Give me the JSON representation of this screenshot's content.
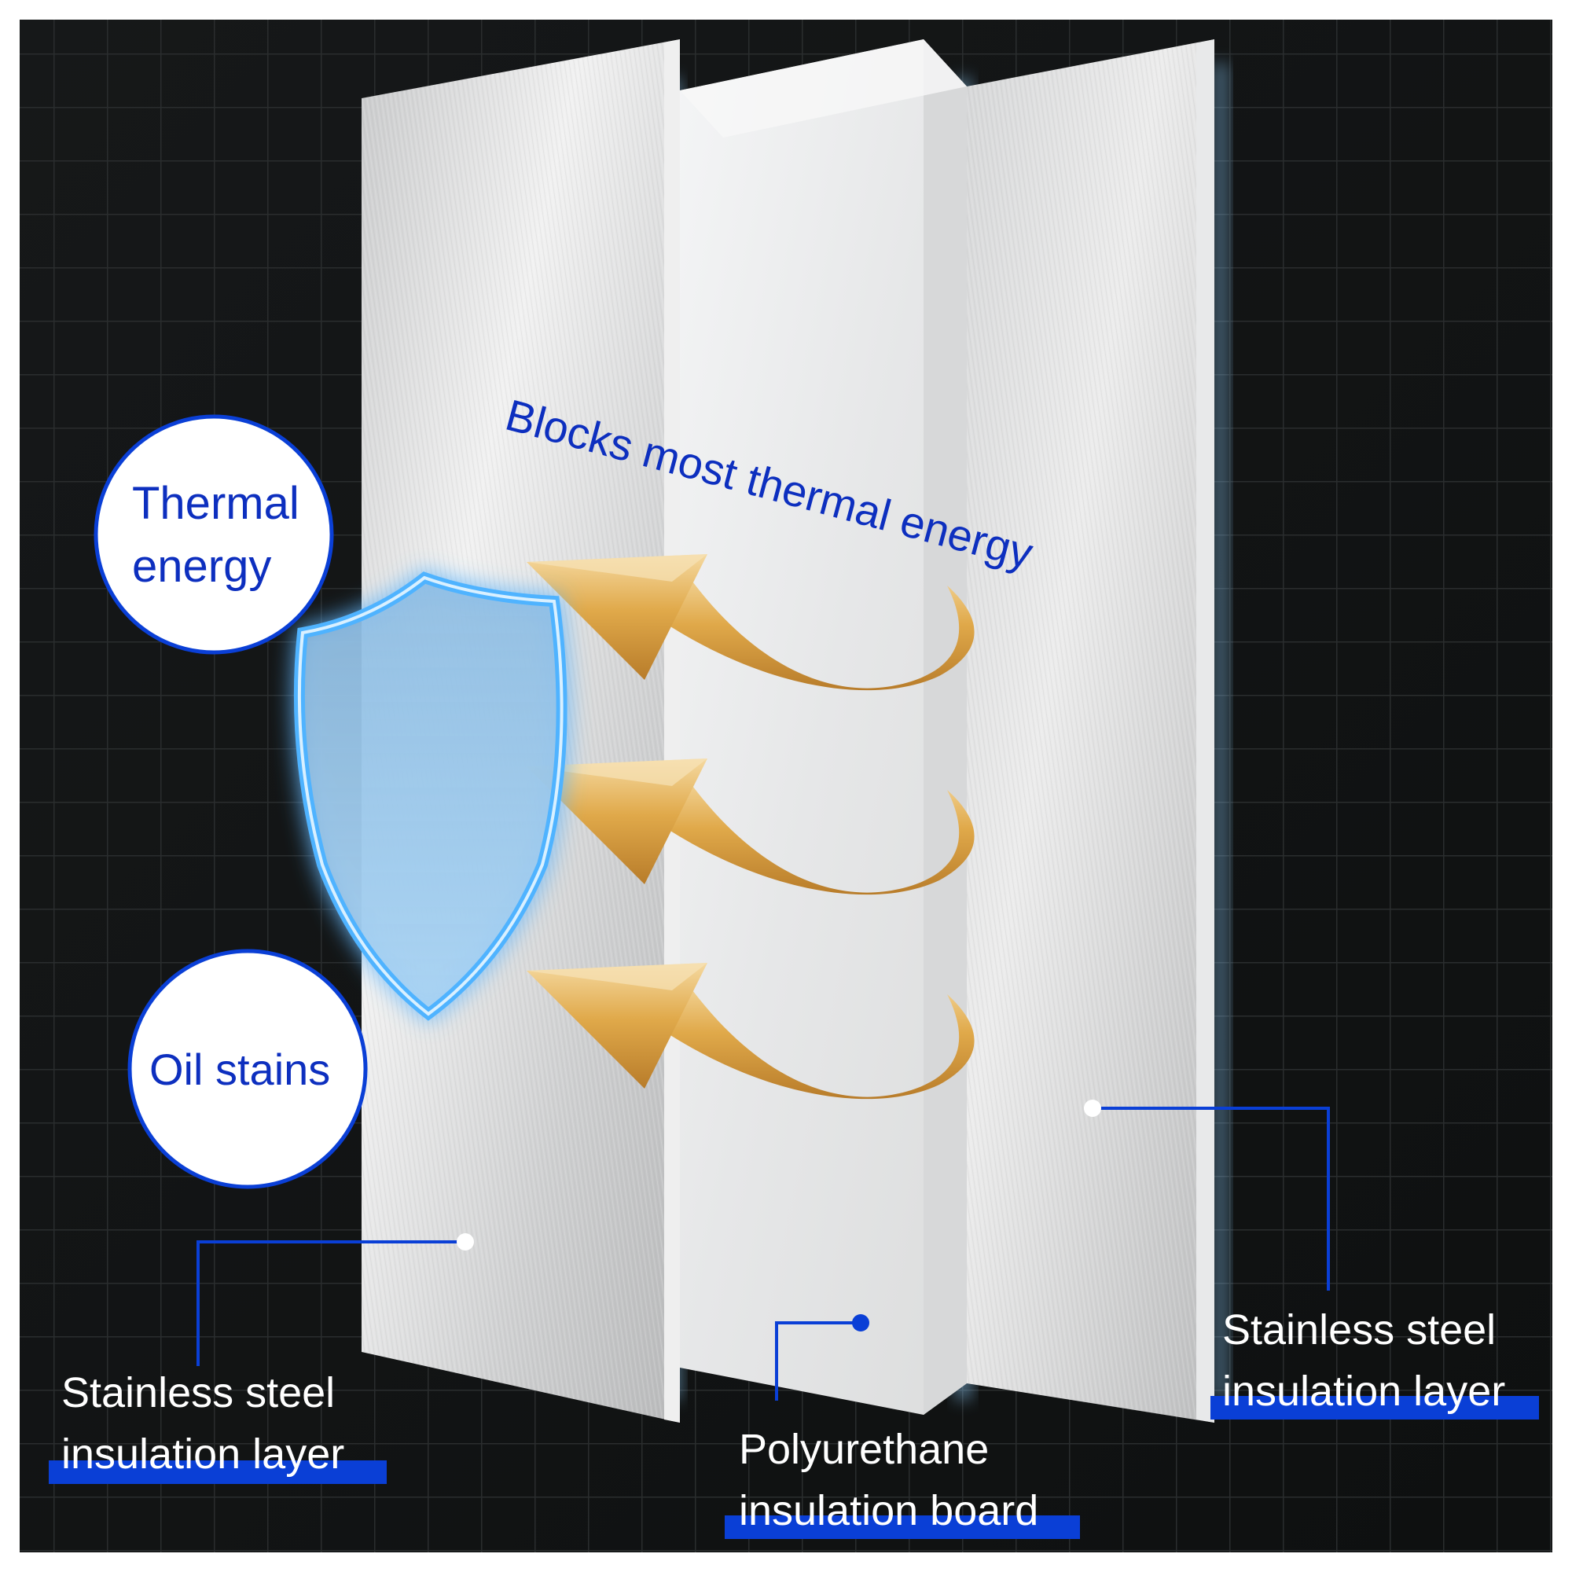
{
  "diagram": {
    "headline": "Blocks most thermal energy",
    "badges": {
      "thermal": [
        "Thermal",
        "energy"
      ],
      "oil": "Oil stains"
    },
    "callouts": {
      "left_steel": [
        "Stainless steel",
        "insulation layer"
      ],
      "center_board": [
        "Polyurethane",
        "insulation board"
      ],
      "right_steel": [
        "Stainless steel",
        "insulation layer"
      ]
    },
    "icons": {
      "shield": "shield-icon",
      "arrows": "curved-arrow-icon"
    }
  },
  "colors": {
    "background": "#141616",
    "accent_blue": "#0a3fd6",
    "text_blue": "#0d2fbf",
    "arrow_gold": "#e0a94a",
    "panel_silver": "#d9dadb",
    "glow": "#8fd0ff"
  }
}
